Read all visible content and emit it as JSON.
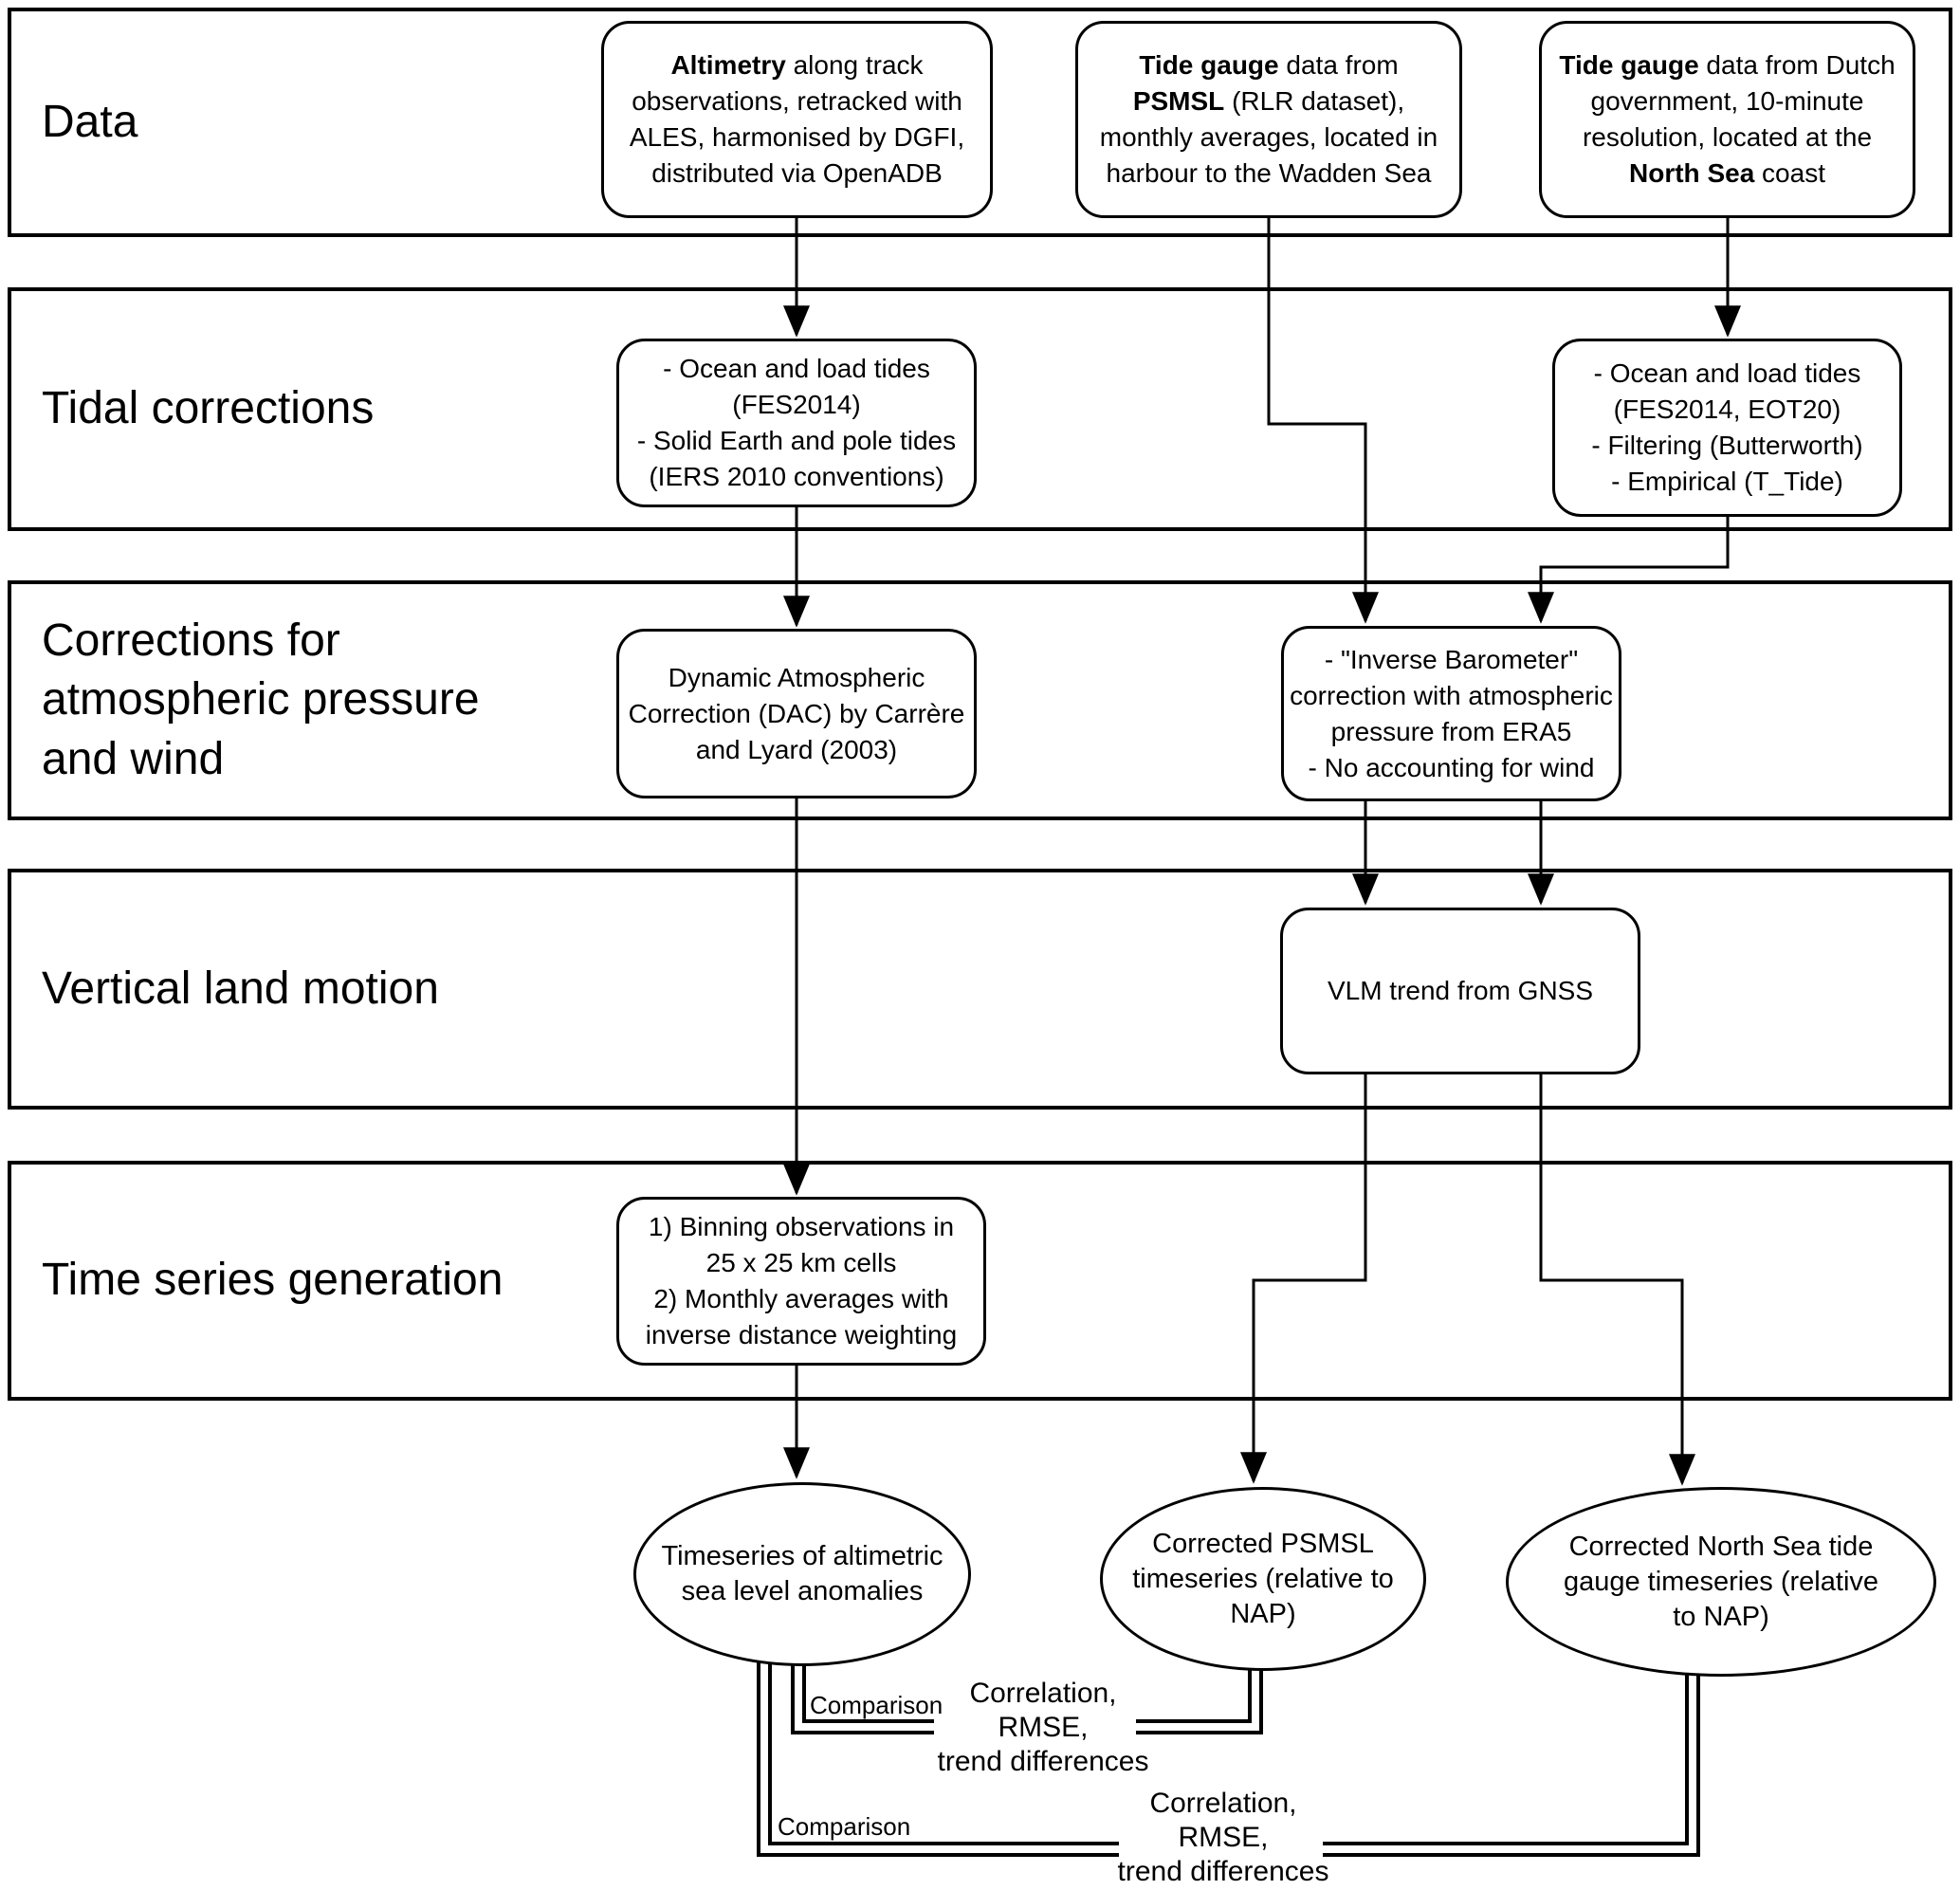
{
  "figure": {
    "background": "#ffffff",
    "line_color": "#000000",
    "rows": [
      {
        "label_lines": [
          "Data"
        ]
      },
      {
        "label_lines": [
          "Tidal corrections"
        ]
      },
      {
        "label_lines": [
          "Corrections for",
          "atmospheric pressure",
          "and wind"
        ]
      },
      {
        "label_lines": [
          "Vertical land motion"
        ]
      },
      {
        "label_lines": [
          "Time series generation"
        ]
      }
    ],
    "nodes": {
      "altimetry_data": {
        "lines": [
          [
            {
              "t": "Altimetry",
              "b": true
            },
            {
              "t": " along track"
            }
          ],
          [
            {
              "t": "observations, retracked with"
            }
          ],
          [
            {
              "t": "ALES, harmonised by DGFI,"
            }
          ],
          [
            {
              "t": "distributed via OpenADB"
            }
          ]
        ]
      },
      "psmsl_data": {
        "lines": [
          [
            {
              "t": "Tide gauge",
              "b": true
            },
            {
              "t": " data from"
            }
          ],
          [
            {
              "t": "PSMSL",
              "b": true
            },
            {
              "t": " (RLR dataset),"
            }
          ],
          [
            {
              "t": "monthly averages, located in"
            }
          ],
          [
            {
              "t": "harbour to the Wadden Sea"
            }
          ]
        ]
      },
      "dutch_data": {
        "lines": [
          [
            {
              "t": "Tide gauge",
              "b": true
            },
            {
              "t": " data from Dutch"
            }
          ],
          [
            {
              "t": "government, 10-minute"
            }
          ],
          [
            {
              "t": "resolution, located at the"
            }
          ],
          [
            {
              "t": "North Sea",
              "b": true
            },
            {
              "t": " coast"
            }
          ]
        ]
      },
      "tidal_altimetry": {
        "lines": [
          [
            {
              "t": "- Ocean and load tides"
            }
          ],
          [
            {
              "t": "(FES2014)"
            }
          ],
          [
            {
              "t": "- Solid Earth and pole tides"
            }
          ],
          [
            {
              "t": "(IERS 2010 conventions)"
            }
          ]
        ]
      },
      "tidal_dutch": {
        "lines": [
          [
            {
              "t": "- Ocean and load tides"
            }
          ],
          [
            {
              "t": "(FES2014, EOT20)"
            }
          ],
          [
            {
              "t": "- Filtering (Butterworth)"
            }
          ],
          [
            {
              "t": "- Empirical (T_Tide)"
            }
          ]
        ]
      },
      "dac": {
        "lines": [
          [
            {
              "t": "Dynamic Atmospheric"
            }
          ],
          [
            {
              "t": "Correction (DAC) by Carrère"
            }
          ],
          [
            {
              "t": "and Lyard (2003)"
            }
          ]
        ]
      },
      "inverse_barometer": {
        "lines": [
          [
            {
              "t": "- \"Inverse Barometer\""
            }
          ],
          [
            {
              "t": "correction with atmospheric"
            }
          ],
          [
            {
              "t": "pressure from ERA5"
            }
          ],
          [
            {
              "t": "- No accounting for wind"
            }
          ]
        ]
      },
      "vlm": {
        "lines": [
          [
            {
              "t": "VLM trend from GNSS"
            }
          ]
        ]
      },
      "binning": {
        "lines": [
          [
            {
              "t": "1) Binning observations in"
            }
          ],
          [
            {
              "t": "25 x 25 km cells"
            }
          ],
          [
            {
              "t": "2) Monthly averages with"
            }
          ],
          [
            {
              "t": "inverse distance weighting"
            }
          ]
        ]
      },
      "ts_altimetry": {
        "lines": [
          [
            {
              "t": "Timeseries of altimetric"
            }
          ],
          [
            {
              "t": "sea level anomalies"
            }
          ]
        ]
      },
      "ts_psmsl": {
        "lines": [
          [
            {
              "t": "Corrected PSMSL"
            }
          ],
          [
            {
              "t": "timeseries (relative to"
            }
          ],
          [
            {
              "t": "NAP)"
            }
          ]
        ]
      },
      "ts_northsea": {
        "lines": [
          [
            {
              "t": "Corrected North Sea tide"
            }
          ],
          [
            {
              "t": "gauge timeseries (relative"
            }
          ],
          [
            {
              "t": "to NAP)"
            }
          ]
        ]
      }
    },
    "comparisons": [
      {
        "label": "Comparison",
        "metrics_lines": [
          "Correlation,",
          "RMSE,",
          "trend differences"
        ]
      },
      {
        "label": "Comparison",
        "metrics_lines": [
          "Correlation,",
          "RMSE,",
          "trend differences"
        ]
      }
    ]
  }
}
